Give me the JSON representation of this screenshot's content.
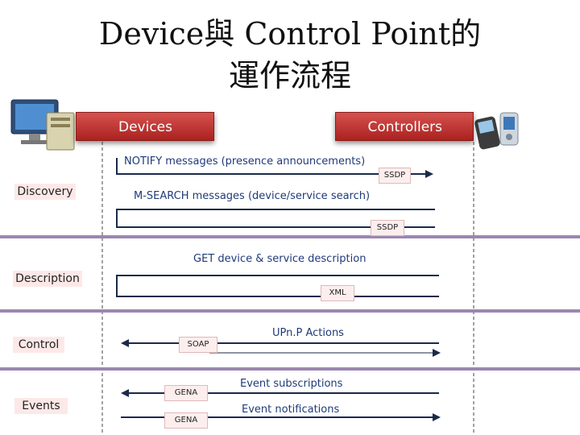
{
  "title": {
    "line1": "Device與 Control Point的",
    "line2": "運作流程"
  },
  "headers": {
    "devices": "Devices",
    "controllers": "Controllers"
  },
  "phases": {
    "discovery": "Discovery",
    "description": "Description",
    "control": "Control",
    "events": "Events"
  },
  "messages": {
    "notify": "NOTIFY messages (presence announcements)",
    "msearch": "M-SEARCH messages (device/service search)",
    "get_description": "GET device & service description",
    "upnp_actions": "UPn.P Actions",
    "event_subscriptions": "Event subscriptions",
    "event_notifications": "Event notifications"
  },
  "protocols": {
    "ssdp_notify": "SSDP",
    "ssdp_search": "SSDP",
    "xml": "XML",
    "soap": "SOAP",
    "gena_sub": "GENA",
    "gena_notify": "GENA"
  },
  "icons": {
    "device": "desktop-computer-icon",
    "controller": "pda-phone-icon"
  },
  "colors": {
    "header_red": "#c0302c",
    "message_text": "#1f3a7a",
    "divider_purple": "#9b87b0"
  }
}
